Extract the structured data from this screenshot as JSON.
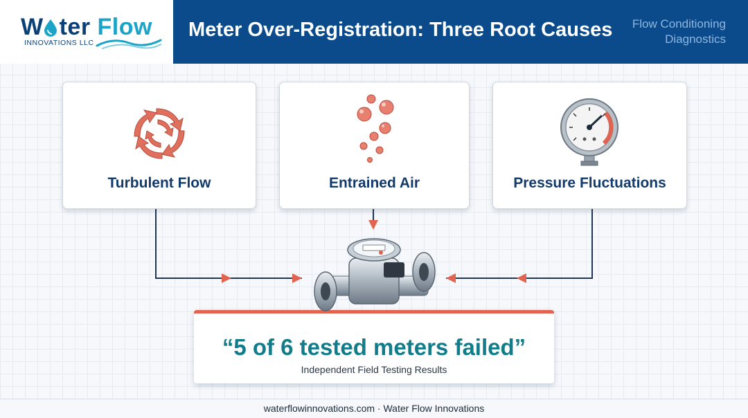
{
  "header": {
    "logo_word_1": "W",
    "logo_word_2": "ter",
    "logo_word_3": "Flow",
    "logo_sub": "INNOVATIONS LLC",
    "title": "Meter Over-Registration: Three Root Causes",
    "subtitle_line1": "Flow Conditioning",
    "subtitle_line2": "Diagnostics"
  },
  "causes": [
    {
      "label": "Turbulent Flow",
      "icon": "swirl-arrows-icon"
    },
    {
      "label": "Entrained Air",
      "icon": "bubbles-icon"
    },
    {
      "label": "Pressure Fluctuations",
      "icon": "pressure-gauge-icon"
    }
  ],
  "result": {
    "quote": "“5 of 6 tested meters failed”",
    "caption": "Independent Field Testing Results"
  },
  "footer": {
    "text": "waterflowinnovations.com · Water Flow Innovations"
  },
  "colors": {
    "header_blue": "#0b4b8c",
    "accent_coral": "#e0644f",
    "teal_text": "#127c8a",
    "connector_navy": "#1f3556",
    "logo_cyan": "#1aa5c8"
  }
}
